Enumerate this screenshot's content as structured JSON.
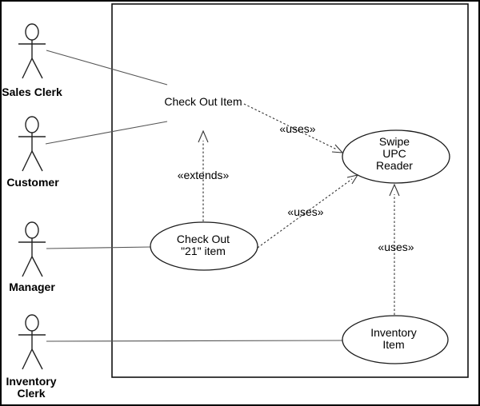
{
  "diagram": {
    "kind": "UML use case diagram",
    "background_color": "#ffffff",
    "line_color": "#000000",
    "text_color": "#000000"
  },
  "actors": [
    {
      "name": "Sales Clerk",
      "lines": [
        "Sales Clerk"
      ]
    },
    {
      "name": "Customer",
      "lines": [
        "Customer"
      ]
    },
    {
      "name": "Manager",
      "lines": [
        "Manager"
      ]
    },
    {
      "name": "Inventory Clerk",
      "lines": [
        "Inventory",
        "Clerk"
      ]
    }
  ],
  "use_cases": [
    {
      "name": "Check Out Item",
      "shape": "text",
      "label": "Check Out Item"
    },
    {
      "name": "Swipe UPC Reader",
      "shape": "ellipse",
      "lines": [
        "Swipe",
        "UPC",
        "Reader"
      ]
    },
    {
      "name": "Check Out \"21\" item",
      "shape": "ellipse",
      "lines": [
        "Check Out",
        "\"21\" item"
      ]
    },
    {
      "name": "Inventory Item",
      "shape": "ellipse",
      "lines": [
        "Inventory",
        "Item"
      ]
    }
  ],
  "relationships": [
    {
      "from": "Sales Clerk",
      "to": "Check Out Item",
      "type": "association"
    },
    {
      "from": "Customer",
      "to": "Check Out Item",
      "type": "association"
    },
    {
      "from": "Manager",
      "to": "Check Out \"21\" item",
      "type": "association"
    },
    {
      "from": "Inventory Clerk",
      "to": "Inventory Item",
      "type": "association"
    },
    {
      "from": "Check Out Item",
      "to": "Swipe UPC Reader",
      "type": "uses",
      "label": "«uses»"
    },
    {
      "from": "Check Out \"21\" item",
      "to": "Check Out Item",
      "type": "extends",
      "label": "«extends»"
    },
    {
      "from": "Check Out \"21\" item",
      "to": "Swipe UPC Reader",
      "type": "uses",
      "label": "«uses»"
    },
    {
      "from": "Inventory Item",
      "to": "Swipe UPC Reader",
      "type": "uses",
      "label": "«uses»"
    }
  ]
}
